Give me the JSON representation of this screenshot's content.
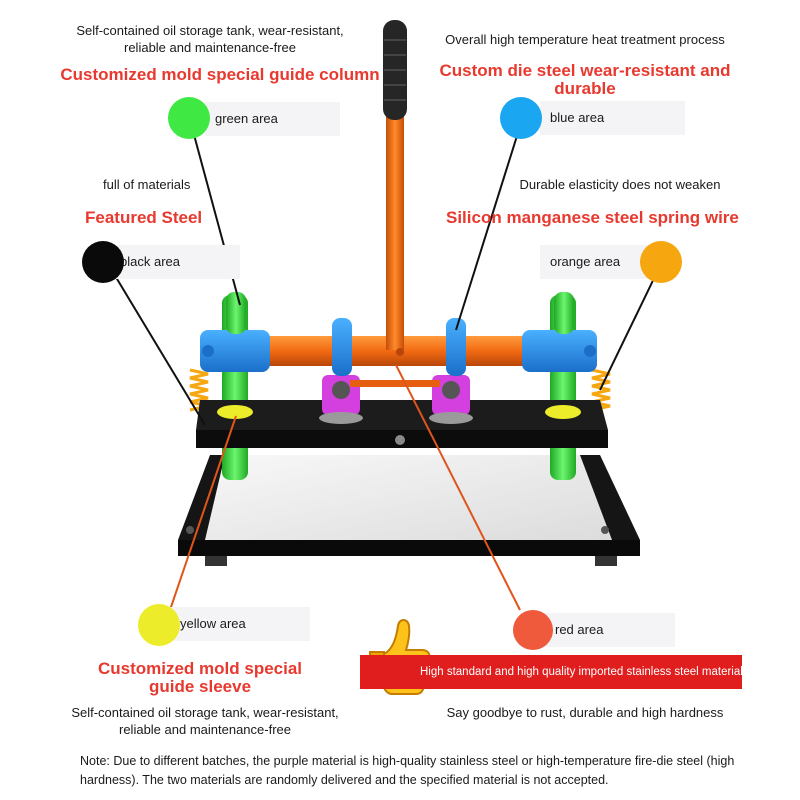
{
  "features": {
    "green": {
      "desc": "Self-contained oil storage tank, wear-resistant, reliable and maintenance-free",
      "heading": "Customized mold special guide column",
      "label": "green area",
      "color": "#3fe843"
    },
    "blue": {
      "desc": "Overall high temperature heat treatment process",
      "heading": "Custom die steel wear-resistant and durable",
      "label": "blue area",
      "color": "#1aa6f0"
    },
    "black": {
      "desc": "full of materials",
      "heading": "Featured Steel",
      "label": "black area",
      "color": "#0a0a0a"
    },
    "orange": {
      "desc": "Durable elasticity does not weaken",
      "heading": "Silicon manganese steel spring wire",
      "label": "orange area",
      "color": "#f6a60e"
    },
    "yellow": {
      "label": "yellow area",
      "heading": "Customized mold special guide sleeve",
      "desc": "Self-contained oil storage tank, wear-resistant, reliable and maintenance-free",
      "color": "#ecec2b"
    },
    "red": {
      "label": "red area",
      "banner": "High standard and high quality imported stainless steel material",
      "desc": "Say goodbye to rust, durable and high hardness",
      "color": "#ef5a3c"
    }
  },
  "note": "Note: Due to different batches, the purple material is high-quality stainless steel or high-temperature fire-die steel (high hardness). The two materials are randomly delivered and the specified material is not accepted.",
  "icons": [
    "thumbs-up-icon"
  ],
  "colors": {
    "heading": "#e8392f",
    "banner": "#e11e1e",
    "handle": "#f26a12",
    "column": "#3fe843",
    "clamp": "#2b8fe8",
    "purple_part": "#d43fe0",
    "base": "#0d0d0d"
  }
}
